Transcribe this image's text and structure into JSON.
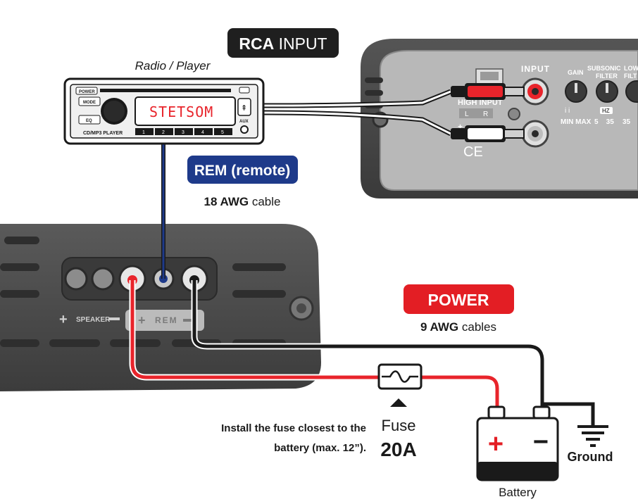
{
  "labels": {
    "rca_input_bold": "RCA",
    "rca_input_rest": " INPUT",
    "radio_player": "Radio / Player",
    "rem_remote": "REM (remote)",
    "rem_cable_bold": "18 AWG",
    "rem_cable_rest": " cable",
    "power": "POWER",
    "power_cable_bold": "9 AWG",
    "power_cable_rest": " cables",
    "fuse_note_line1": "Install the fuse closest to the",
    "fuse_note_line2": "battery (max. 12”).",
    "fuse": "Fuse",
    "fuse_rating": "20A",
    "ground": "Ground",
    "battery": "Battery",
    "battery_plus": "+",
    "battery_minus": "−"
  },
  "radio": {
    "display_text": "STETSOM",
    "power_btn": "POWER",
    "mode_btn": "MODE",
    "eq_btn": "EQ",
    "model_text": "CD/MP3 PLAYER",
    "aux_text": "AUX",
    "preset_buttons": [
      "1",
      "2",
      "3",
      "4",
      "5"
    ]
  },
  "amp_top": {
    "input_label": "INPUT",
    "gain_label": "GAIN",
    "subsonic_line1": "SUBSONIC",
    "subsonic_line2": "FILTER",
    "lowpass_line1": "LOW",
    "lowpass_line2": "FILT",
    "high_input_label": "HIGH INPUT",
    "lr_l": "L",
    "lr_r": "R",
    "gain_scale": "MIN MAX",
    "subsonic_scale": "5    35",
    "lowpass_scale": "35",
    "hz_label": "HZ",
    "ce_mark": "CE"
  },
  "amp_bottom": {
    "speaker_label": "SPEAKER",
    "rem_label": "REM"
  },
  "colors": {
    "red_wire": "#e8242b",
    "black_wire": "#1a1a1a",
    "blue_wire": "#1e3a8a",
    "rca_badge": "#1f1f1f",
    "rem_badge": "#1e3a8a",
    "power_badge": "#e31e24",
    "amp_body": "#4a4a4a",
    "amp_dark": "#2e2e2e"
  }
}
